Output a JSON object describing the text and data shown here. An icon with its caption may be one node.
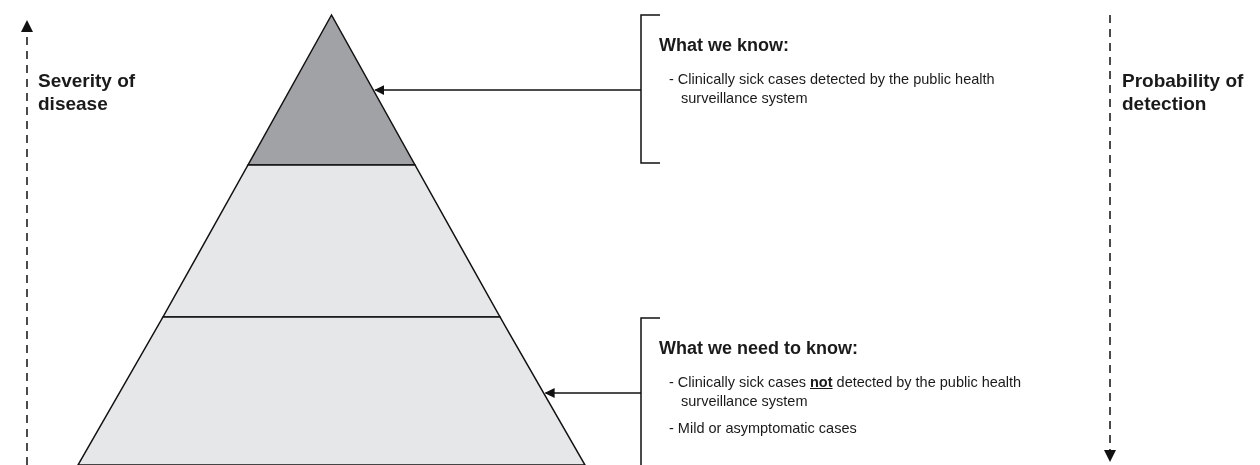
{
  "diagram": {
    "nodes": [
      {
        "text": [],
        "shape": "triangle"
      },
      {
        "text": [],
        "shape": "trapezoid"
      },
      {
        "text": [],
        "shape": "trapezoid"
      },
      {
        "text": [
          "What we know:",
          "- Clinically sick cases detected by the public health surveillance system"
        ]
      },
      {
        "text": [
          "What we need to know:",
          "- Clinically sick cases **not** detected by the public health surveillance system",
          "- Mild or asymptomatic cases"
        ]
      }
    ],
    "edges": [
      {
        "from": 3,
        "to": 0,
        "arrow": "to"
      },
      {
        "from": 4,
        "to": 2,
        "arrow": "to"
      }
    ],
    "labels": [
      "Severity of disease",
      "Probability of detection"
    ]
  }
}
